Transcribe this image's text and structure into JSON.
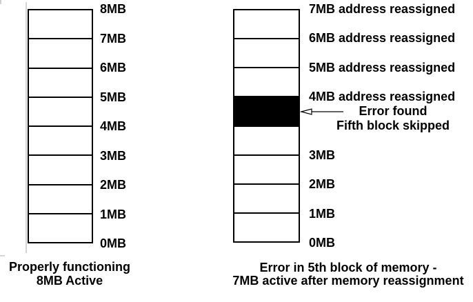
{
  "colors": {
    "ink": "#000000",
    "background": "#ffffff",
    "error_block_fill": "#000000",
    "artifact_gray": "#d4d4d4"
  },
  "left_diagram": {
    "block_count": 8,
    "scale_labels": [
      "8MB",
      "7MB",
      "6MB",
      "5MB",
      "4MB",
      "3MB",
      "2MB",
      "1MB",
      "0MB"
    ],
    "caption_line1": "Properly functioning",
    "caption_line2": "8MB Active"
  },
  "right_diagram": {
    "block_count": 8,
    "error_block_index_from_top": 3,
    "scale_labels": [
      "7MB address reassigned",
      "6MB address reassigned",
      "5MB address reassigned",
      "4MB address reassigned",
      "",
      "3MB",
      "2MB",
      "1MB",
      "0MB"
    ],
    "annotation": {
      "line1": "Error found",
      "line2": "Fifth block skipped"
    },
    "caption_line1": "Error in 5th block of memory -",
    "caption_line2": "7MB active after memory reassignment"
  }
}
